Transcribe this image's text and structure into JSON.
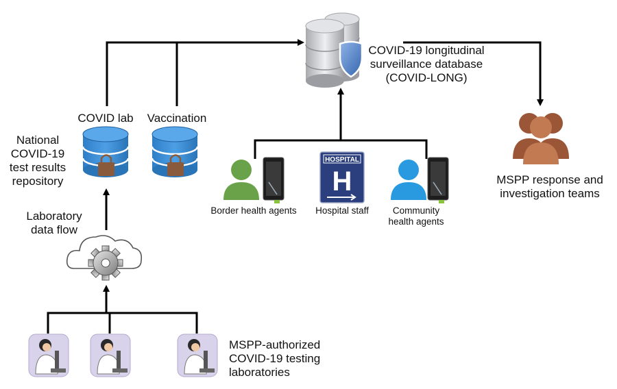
{
  "nodes": {
    "database": {
      "label": "COVID-19 longitudinal\nsurveillance database\n(COVID-LONG)",
      "icon": "shielded-database-icon"
    },
    "covid_lab": {
      "label": "COVID lab",
      "icon": "locked-database-icon"
    },
    "vaccination": {
      "label": "Vaccination",
      "icon": "locked-database-icon"
    },
    "repository": {
      "label": "National\nCOVID-19\ntest results\nrepository"
    },
    "lab_flow": {
      "label": "Laboratory\ndata flow",
      "icon": "cloud-gear-icon"
    },
    "labs": {
      "label": "MSPP-authorized\nCOVID-19 testing\nlaboratories",
      "icon": "lab-technician-icon",
      "count": 3
    },
    "border_agents": {
      "label": "Border health agents",
      "icon": "person-with-tablet-icon"
    },
    "hospital_staff": {
      "label": "Hospital staff",
      "icon": "hospital-sign-icon",
      "sign_text": "HOSPITAL",
      "sign_letter": "H"
    },
    "community_agents": {
      "label": "Community\nhealth agents",
      "icon": "person-with-tablet-icon"
    },
    "response_teams": {
      "label": "MSPP response and\ninvestigation teams",
      "icon": "people-group-icon"
    }
  },
  "colors": {
    "arrow": "#000000",
    "db_blue": "#3d8ed6",
    "db_blue_dark": "#1f5f9e",
    "lock": "#8a5a3c",
    "server_gray": "#cfd0d3",
    "shield": "#5b86c5",
    "hospital_sign": "#2b3f7e",
    "border_agent": "#6aa24a",
    "community_agent": "#2a9ae0",
    "response_team": "#b36a45",
    "lab_bg": "#d8d2ea"
  }
}
